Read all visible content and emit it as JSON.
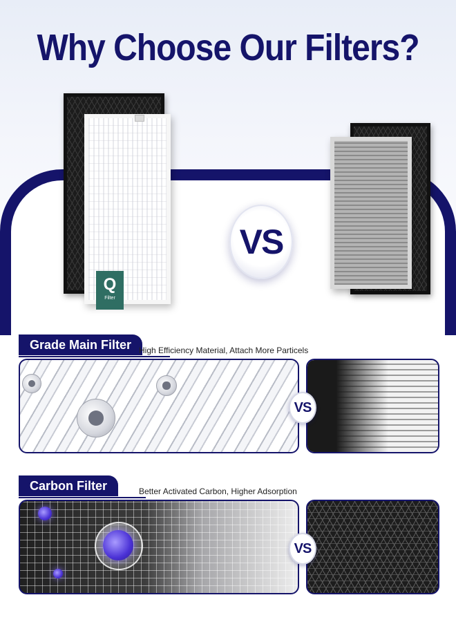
{
  "headline": "Why Choose Our Filters?",
  "comparison": {
    "vs_label": "VS",
    "our_filter_badge": {
      "letter": "Q",
      "word": "Filter"
    }
  },
  "features": [
    {
      "title": "Grade Main Filter",
      "subtitle": "High Efficiency Material, Attach More Particels",
      "vs_label": "VS"
    },
    {
      "title": "Carbon Filter",
      "subtitle": "Better Activated Carbon, Higher Adsorption",
      "vs_label": "VS"
    }
  ],
  "colors": {
    "brand_navy": "#15146a",
    "badge_green": "#2f6e63",
    "particle_purple": "#4b32d6"
  }
}
